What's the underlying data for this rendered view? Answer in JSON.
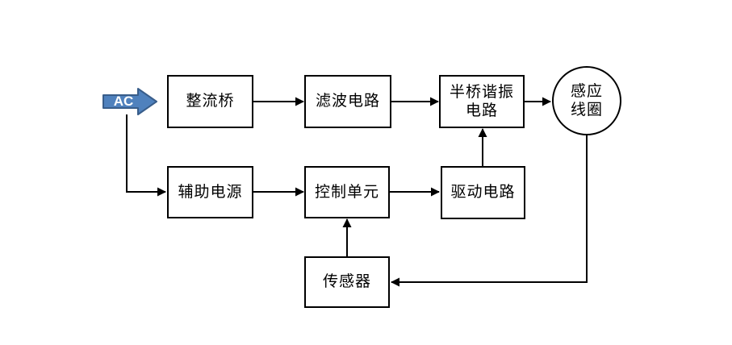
{
  "diagram": {
    "type": "block-diagram",
    "subject": "induction-heating-power-system",
    "ac_input": {
      "label": "AC"
    },
    "nodes": [
      {
        "id": "rectifier-bridge",
        "shape": "rect",
        "label": [
          "整流桥"
        ]
      },
      {
        "id": "filter-circuit",
        "shape": "rect",
        "label": [
          "滤波电路"
        ]
      },
      {
        "id": "half-bridge-resonant-circuit",
        "shape": "rect",
        "label": [
          "半桥谐振",
          "电路"
        ]
      },
      {
        "id": "induction-coil",
        "shape": "circle",
        "label": [
          "感应",
          "线圈"
        ]
      },
      {
        "id": "auxiliary-power",
        "shape": "rect",
        "label": [
          "辅助电源"
        ]
      },
      {
        "id": "control-unit",
        "shape": "rect",
        "label": [
          "控制单元"
        ]
      },
      {
        "id": "drive-circuit",
        "shape": "rect",
        "label": [
          "驱动电路"
        ]
      },
      {
        "id": "sensor",
        "shape": "rect",
        "label": [
          "传感器"
        ]
      }
    ],
    "connections": [
      {
        "from": "ac-input",
        "to": "rectifier-bridge"
      },
      {
        "from": "ac-input",
        "to": "auxiliary-power"
      },
      {
        "from": "rectifier-bridge",
        "to": "filter-circuit"
      },
      {
        "from": "filter-circuit",
        "to": "half-bridge-resonant-circuit"
      },
      {
        "from": "half-bridge-resonant-circuit",
        "to": "induction-coil"
      },
      {
        "from": "auxiliary-power",
        "to": "control-unit"
      },
      {
        "from": "control-unit",
        "to": "drive-circuit"
      },
      {
        "from": "drive-circuit",
        "to": "half-bridge-resonant-circuit"
      },
      {
        "from": "sensor",
        "to": "control-unit"
      },
      {
        "from": "induction-coil",
        "to": "sensor"
      }
    ],
    "colors": {
      "background": "#ffffff",
      "line": "#000000",
      "box_border": "#000000",
      "box_fill": "#ffffff",
      "label_text": "#000000",
      "ac_arrow_fill": "#4f81bd",
      "ac_arrow_border": "#385d8a",
      "ac_arrow_text": "#ffffff"
    }
  }
}
